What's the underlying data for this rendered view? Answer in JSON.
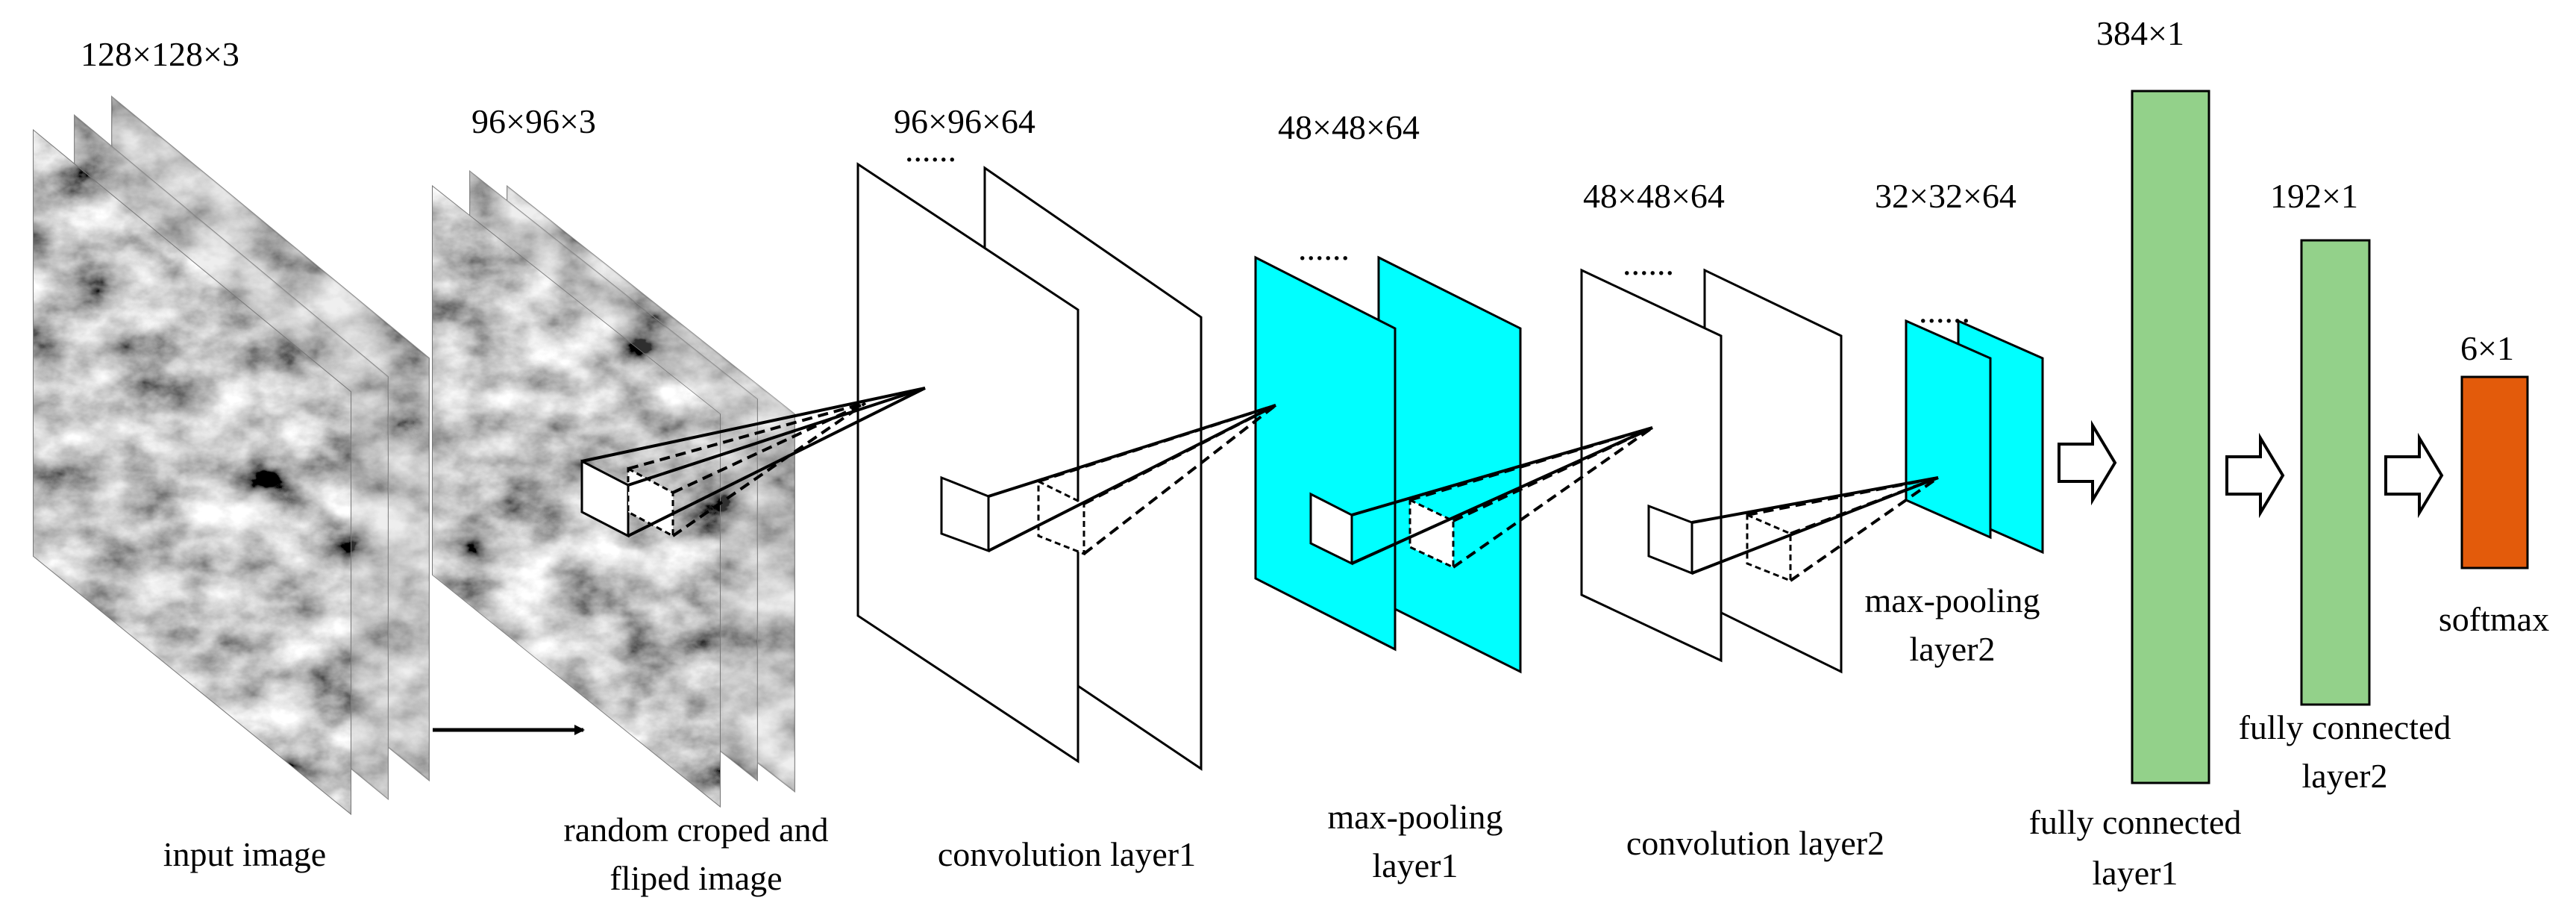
{
  "stages": {
    "input": {
      "dims": "128×128×3",
      "caption": [
        "input image"
      ]
    },
    "crop": {
      "dims": "96×96×3",
      "caption": [
        "random croped and",
        "fliped image"
      ]
    },
    "conv1": {
      "dims": "96×96×64",
      "caption": [
        "convolution layer1"
      ]
    },
    "pool1": {
      "dims": "48×48×64",
      "caption": [
        "max-pooling",
        "layer1"
      ]
    },
    "conv2": {
      "dims": "48×48×64",
      "caption": [
        "convolution layer2"
      ]
    },
    "pool2": {
      "dims": "32×32×64",
      "caption": [
        "max-pooling",
        "layer2"
      ]
    },
    "fc1": {
      "dims": "384×1",
      "caption": [
        "fully connected",
        "layer1"
      ]
    },
    "fc2": {
      "dims": "192×1",
      "caption": [
        "fully connected",
        "layer2"
      ]
    },
    "softmax": {
      "dims": "6×1",
      "caption": [
        "softmax"
      ]
    }
  },
  "ellipsis": "......",
  "colors": {
    "pool_fill": "#00FFFF",
    "fc_fill": "#93D18A",
    "softmax_fill": "#E35B0B",
    "stroke": "#000000",
    "satellite_dark": "#5a5a5a",
    "satellite_light": "#b5b5b5"
  }
}
